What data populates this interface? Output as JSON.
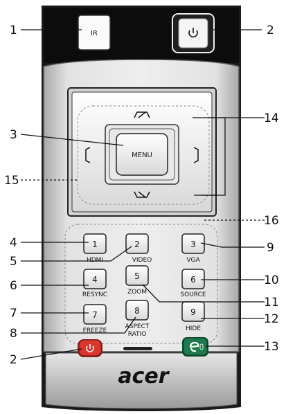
{
  "remote": {
    "ir_label": "IR",
    "menu_label": "MENU",
    "brand": "acer",
    "number_keys": [
      {
        "num": "1",
        "label": "HDMI"
      },
      {
        "num": "2",
        "label": "VIDEO"
      },
      {
        "num": "3",
        "label": "VGA"
      },
      {
        "num": "4",
        "label": "RESYNC"
      },
      {
        "num": "5",
        "label": "ZOOM"
      },
      {
        "num": "6",
        "label": "SOURCE"
      },
      {
        "num": "7",
        "label": "FREEZE"
      },
      {
        "num": "8",
        "label_line1": "ASPECT",
        "label_line2": "RATIO"
      },
      {
        "num": "9",
        "label": "HIDE"
      }
    ],
    "colors": {
      "body_top": "#111111",
      "body_face": "#dcdcdc",
      "power_red": "#d9362e",
      "empowering_green": "#1e7a4e"
    }
  },
  "callouts": {
    "c1": "1",
    "c2": "2",
    "c3": "3",
    "c4": "4",
    "c5": "5",
    "c6": "6",
    "c7": "7",
    "c8": "8",
    "c9": "9",
    "c10": "10",
    "c11": "11",
    "c12": "12",
    "c13": "13",
    "c14": "14",
    "c15": "15",
    "c16": "16",
    "c2b": "2"
  }
}
